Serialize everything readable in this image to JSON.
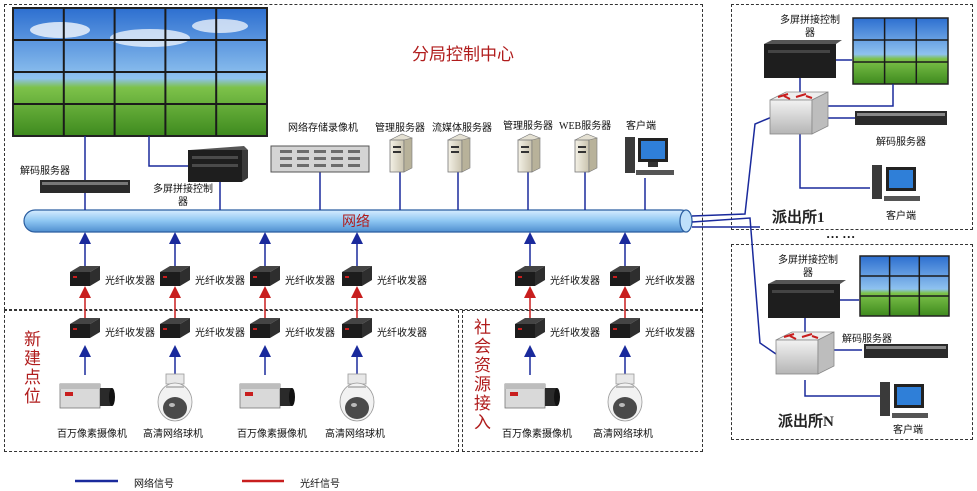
{
  "regions": {
    "center_title": "分局控制中心",
    "station1": "派出所1",
    "stationN": "派出所N",
    "ellipsis": "… …",
    "new_site": "新建点位",
    "social": "社会资源接入"
  },
  "network_label": "网络",
  "devices": {
    "decoder": "解码服务器",
    "matrix": "多屏拼接控制器",
    "nvr": "网络存储录像机",
    "mgmt1": "管理服务器",
    "stream": "流媒体服务器",
    "mgmt2": "管理服务器",
    "web": "WEB服务器",
    "client": "客户端",
    "fiber": "光纤收发器",
    "mp_camera": "百万像素摄像机",
    "hd_dome": "高清网络球机",
    "st_matrix": "多屏拼接控制器",
    "st_decoder": "解码服务器",
    "st_client": "客户端"
  },
  "legend": {
    "network": "网络信号",
    "fiber": "光纤信号"
  },
  "colors": {
    "network": "#1a2a9c",
    "fiber": "#c81e1e",
    "title": "#b01c1c"
  }
}
